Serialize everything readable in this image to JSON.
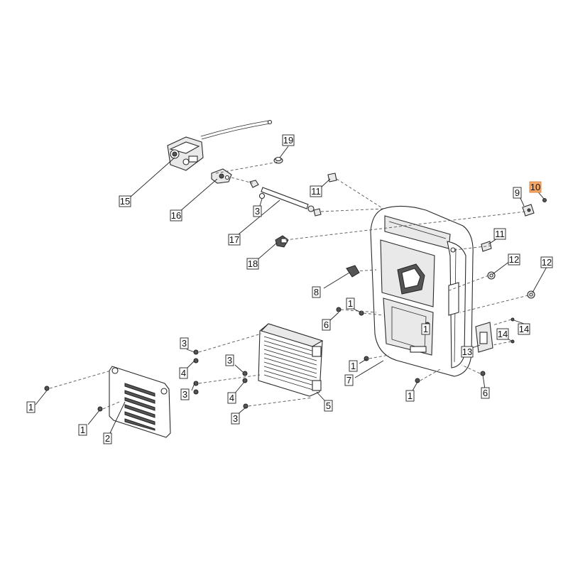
{
  "diagram": {
    "highlight_color": "#f5a768",
    "callouts": [
      {
        "id": "c-15",
        "label": "15"
      },
      {
        "id": "c-16",
        "label": "16"
      },
      {
        "id": "c-19",
        "label": "19"
      },
      {
        "id": "c-3a",
        "label": "3"
      },
      {
        "id": "c-17",
        "label": "17"
      },
      {
        "id": "c-18",
        "label": "18"
      },
      {
        "id": "c-11a",
        "label": "11"
      },
      {
        "id": "c-9",
        "label": "9"
      },
      {
        "id": "c-10",
        "label": "10",
        "highlighted": true
      },
      {
        "id": "c-11b",
        "label": "11"
      },
      {
        "id": "c-12a",
        "label": "12"
      },
      {
        "id": "c-12b",
        "label": "12"
      },
      {
        "id": "c-8",
        "label": "8"
      },
      {
        "id": "c-1a",
        "label": "1"
      },
      {
        "id": "c-6a",
        "label": "6"
      },
      {
        "id": "c-1b",
        "label": "1"
      },
      {
        "id": "c-14a",
        "label": "14"
      },
      {
        "id": "c-14b",
        "label": "14"
      },
      {
        "id": "c-13",
        "label": "13"
      },
      {
        "id": "c-1c",
        "label": "1"
      },
      {
        "id": "c-7",
        "label": "7"
      },
      {
        "id": "c-1d",
        "label": "1"
      },
      {
        "id": "c-6b",
        "label": "6"
      },
      {
        "id": "c-3b",
        "label": "3"
      },
      {
        "id": "c-4a",
        "label": "4"
      },
      {
        "id": "c-3c",
        "label": "3"
      },
      {
        "id": "c-3d",
        "label": "3"
      },
      {
        "id": "c-4b",
        "label": "4"
      },
      {
        "id": "c-3e",
        "label": "3"
      },
      {
        "id": "c-5",
        "label": "5"
      },
      {
        "id": "c-1e",
        "label": "1"
      },
      {
        "id": "c-1f",
        "label": "1"
      },
      {
        "id": "c-2",
        "label": "2"
      }
    ]
  }
}
